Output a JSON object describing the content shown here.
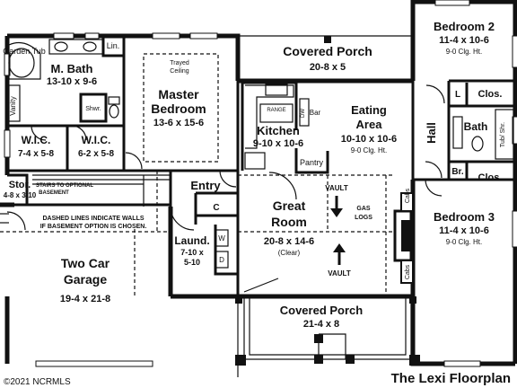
{
  "rooms": {
    "garden_tub": "Garden Tub",
    "master_bath": {
      "name": "M. Bath",
      "size": "13-10 x 9-6"
    },
    "linen": "Lin.",
    "vanity": "Vanity",
    "shower": "Shwr.",
    "wic1": {
      "name": "W.I.C.",
      "size": "7-4 x 5-8"
    },
    "wic2": {
      "name": "W.I.C.",
      "size": "6-2 x 5-8"
    },
    "master_bedroom": {
      "name1": "Master",
      "name2": "Bedroom",
      "size": "13-6 x 15-6"
    },
    "trayed_ceiling": {
      "line1": "Trayed",
      "line2": "Ceiling"
    },
    "covered_porch_rear": {
      "name": "Covered Porch",
      "size": "20-8 x 5"
    },
    "kitchen": {
      "name": "Kitchen",
      "size": "9-10 x 10-6"
    },
    "range": "RANGE",
    "dw": "DW",
    "bar": "Bar",
    "pantry": "Pantry",
    "eating_area": {
      "name1": "Eating",
      "name2": "Area",
      "size": "10-10 x 10-6",
      "ceiling": "9-0 Clg. Ht."
    },
    "bedroom2": {
      "name": "Bedroom 2",
      "size": "11-4 x 10-6",
      "ceiling": "9-0 Clg. Ht."
    },
    "l_closet": "L",
    "closet1": "Clos.",
    "hall": "Hall",
    "bath": "Bath",
    "tub_shr": "Tub/ Shr.",
    "br": "Br.",
    "closet2": "Clos.",
    "storage": {
      "name": "Stor.",
      "size": "4-8 x 3-10"
    },
    "stairs_note": {
      "line1": "STAIRS TO OPTIONAL",
      "line2": "BASEMENT"
    },
    "entry": "Entry",
    "c_closet": "C",
    "great_room": {
      "name1": "Great",
      "name2": "Room",
      "size": "20-8 x 14-6",
      "clear": "(Clear)"
    },
    "vault_top": "VAULT",
    "vault_bottom": "VAULT",
    "gas_logs": {
      "line1": "GAS",
      "line2": "LOGS"
    },
    "cabs_top": "Cabs",
    "cabs_bottom": "Cabs",
    "bedroom3": {
      "name": "Bedroom 3",
      "size": "11-4 x 10-6",
      "ceiling": "9-0 Clg. Ht."
    },
    "dashed_note": {
      "line1": "DASHED LINES INDICATE WALLS",
      "line2": "IF BASEMENT OPTION IS CHOSEN."
    },
    "laundry": {
      "name": "Laund.",
      "size1": "7-10 x",
      "size2": "5-10"
    },
    "washer": "W",
    "dryer": "D",
    "garage": {
      "name1": "Two Car",
      "name2": "Garage",
      "size": "19-4 x 21-8"
    },
    "covered_porch_front": {
      "name": "Covered Porch",
      "size": "21-4 x 8"
    }
  },
  "watermark": "©2021 NCRMLS",
  "plan_title": "The Lexi Floorplan"
}
